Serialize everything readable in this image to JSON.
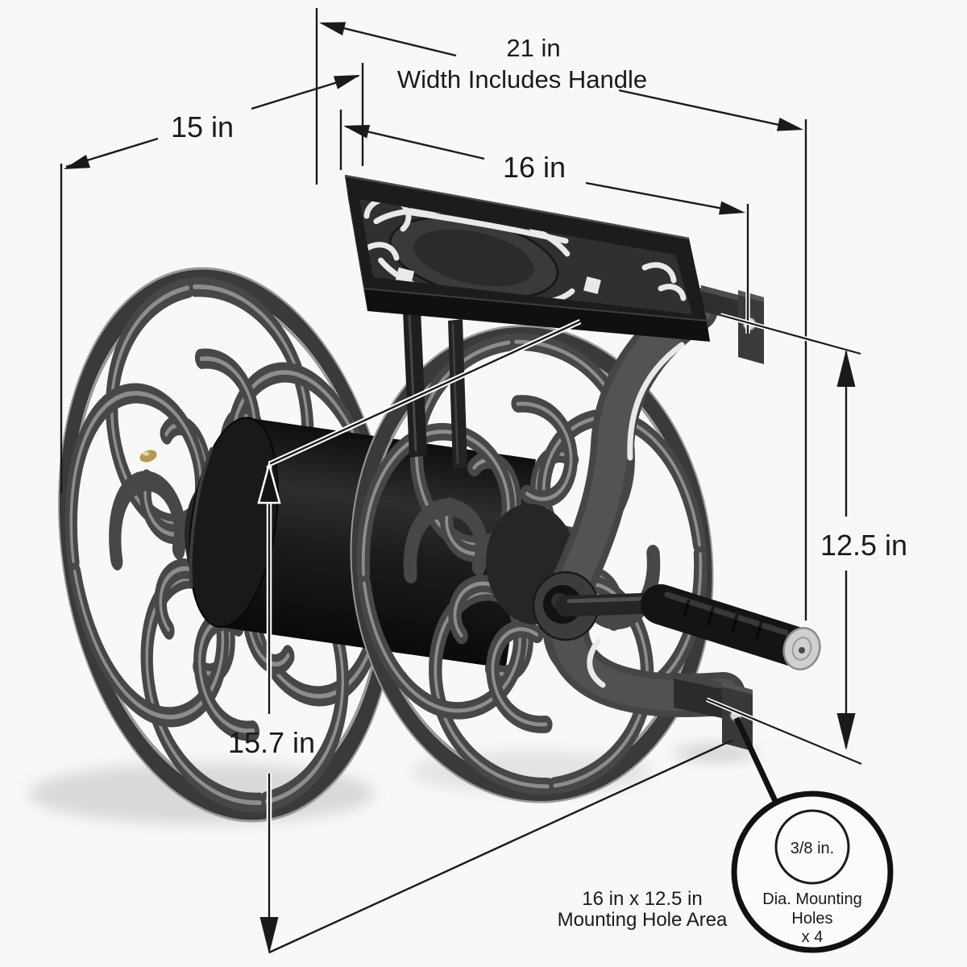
{
  "colors": {
    "background": "#f8f8f8",
    "ink": "#1a1a1a",
    "metal_dark": "#1b1b1b",
    "metal_mid": "#4a4a4a",
    "metal_highlight": "#8d8d8d",
    "silver_cap": "#cfcfcf",
    "brass_accent": "#b59a55"
  },
  "dimensions": {
    "total_width": "21 in",
    "total_width_note": "Width Includes Handle",
    "depth": "15 in",
    "reel_width": "16 in",
    "mounting_span_vertical": "12.5 in",
    "height": "15.7 in"
  },
  "mounting_area": {
    "line1": "16 in x 12.5 in",
    "line2": "Mounting Hole Area"
  },
  "hole_callout": {
    "diameter": "3/8 in.",
    "note1": "Dia. Mounting",
    "note2": "Holes",
    "note3": "x 4"
  }
}
